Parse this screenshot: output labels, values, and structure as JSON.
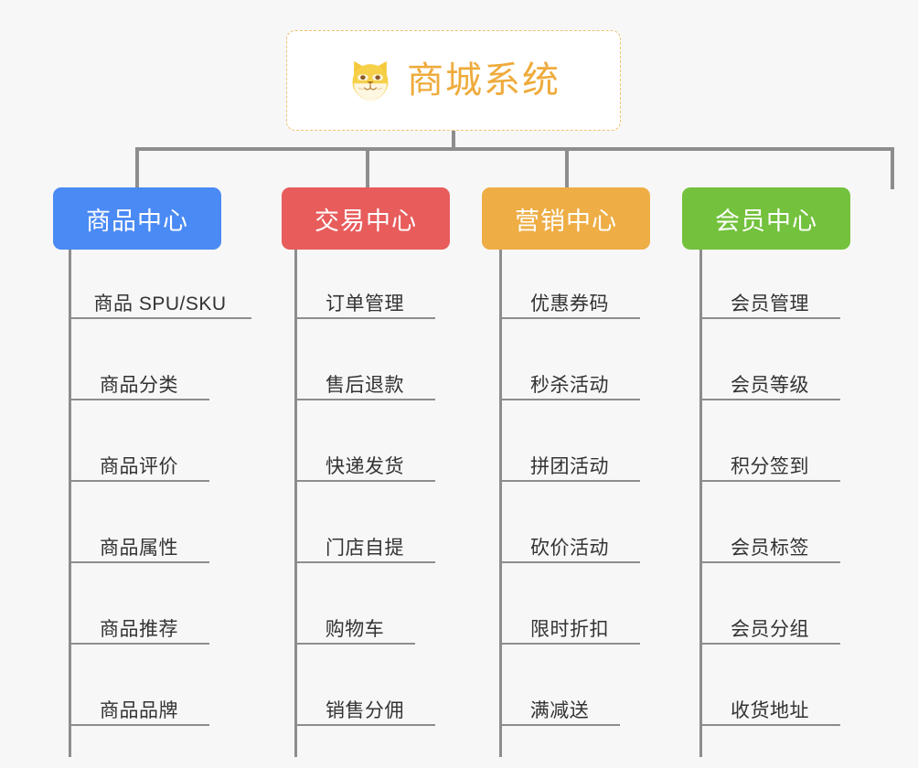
{
  "root": {
    "title": "商城系统",
    "icon": "shiba-dog-icon",
    "border_color": "#f0c070",
    "text_color": "#eeab3c",
    "background": "#ffffff"
  },
  "canvas": {
    "background": "#f7f7f7",
    "connector_color": "#8d8d8d"
  },
  "branches": [
    {
      "label": "商品中心",
      "color": "#4a8af4",
      "items": [
        "商品 SPU/SKU",
        "商品分类",
        "商品评价",
        "商品属性",
        "商品推荐",
        "商品品牌"
      ]
    },
    {
      "label": "交易中心",
      "color": "#e85c5c",
      "items": [
        "订单管理",
        "售后退款",
        "快递发货",
        "门店自提",
        "购物车",
        "销售分佣"
      ]
    },
    {
      "label": "营销中心",
      "color": "#eead45",
      "items": [
        "优惠券码",
        "秒杀活动",
        "拼团活动",
        "砍价活动",
        "限时折扣",
        "满减送"
      ]
    },
    {
      "label": "会员中心",
      "color": "#73c13d",
      "items": [
        "会员管理",
        "会员等级",
        "积分签到",
        "会员标签",
        "会员分组",
        "收货地址"
      ]
    }
  ]
}
